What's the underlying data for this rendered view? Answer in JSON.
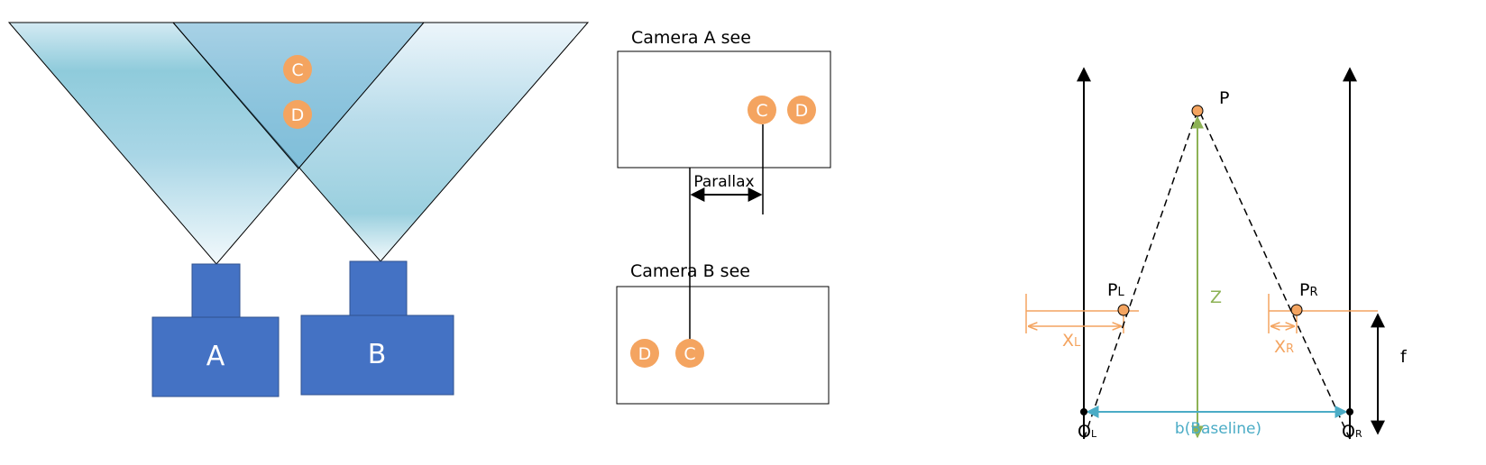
{
  "cameras": {
    "camera_a_label": "A",
    "camera_b_label": "B",
    "point_c_label": "C",
    "point_d_label": "D",
    "camera_body_color": "#4472C4",
    "point_color": "#F4A460",
    "frustum_color_dark": "#6CB1D6",
    "frustum_color_light": "#EAF5FA"
  },
  "views": {
    "camera_a_title": "Camera A see",
    "camera_b_title": "Camera B see",
    "parallax_label": "Parallax",
    "point_c_label": "C",
    "point_d_label": "D"
  },
  "geometry": {
    "point_p_label": "P",
    "pl_main": "P",
    "pl_sub": "L",
    "pr_main": "P",
    "pr_sub": "R",
    "z_label": "Z",
    "xl_main": "X",
    "xl_sub": "L",
    "xr_main": "X",
    "xr_sub": "R",
    "f_label": "f",
    "ol_main": "O",
    "ol_sub": "L",
    "or_main": "O",
    "or_sub": "R",
    "baseline_label": "b(Baseline)",
    "orange_color": "#F4A460",
    "green_color": "#8DB255",
    "blue_color": "#4BACC6"
  }
}
